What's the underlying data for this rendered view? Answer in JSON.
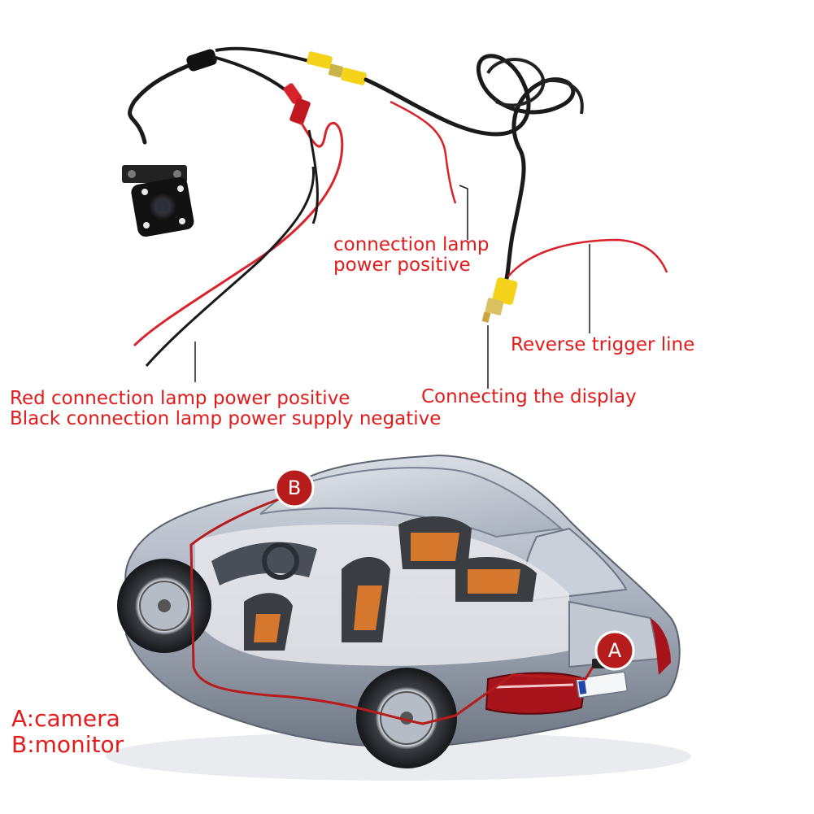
{
  "wiring_labels": {
    "lamp_positive_line1": "connection lamp",
    "lamp_positive_line2": "power positive",
    "reverse_trigger": "Reverse trigger line",
    "connecting_display": "Connecting the display",
    "red_lamp_positive": "Red connection lamp power positive",
    "black_lamp_negative": "Black connection lamp power supply negative"
  },
  "car_markers": {
    "a": "A",
    "b": "B"
  },
  "legend": {
    "camera": "A:camera",
    "monitor": "B:monitor"
  },
  "colors": {
    "label_red": "#e31b1b",
    "marker_fill": "#b71c1c",
    "wire_red": "#d8232a",
    "wire_black": "#1a1a1a",
    "rca_yellow": "#f5d31a",
    "car_body": "#a9b1bf",
    "seat_orange": "#d5782e"
  }
}
